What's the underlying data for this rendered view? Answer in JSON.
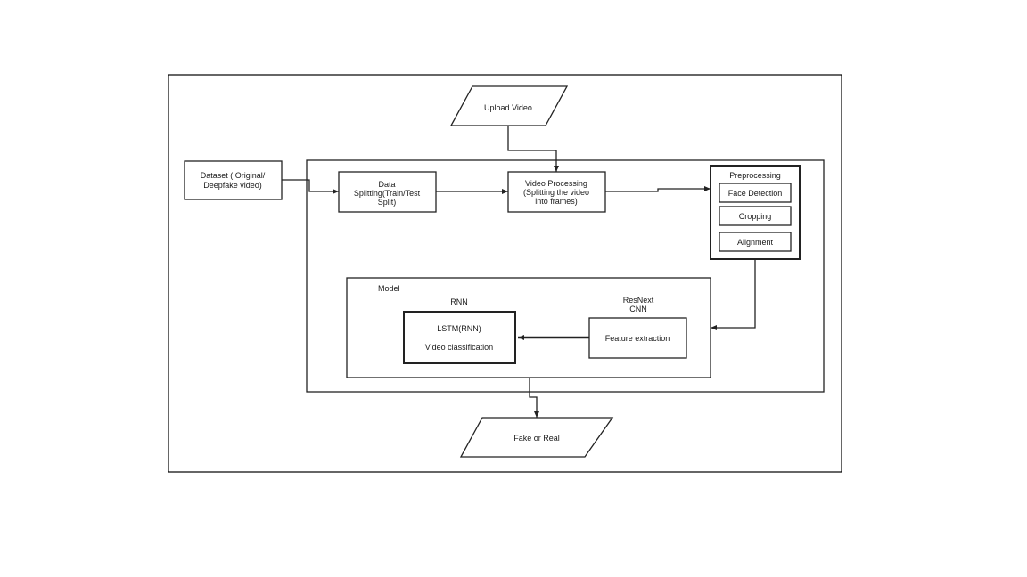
{
  "upload": "Upload Video",
  "dataset": [
    "Dataset ( Original/",
    "Deepfake video)"
  ],
  "data_split": [
    "Data",
    "Splitting(Train/Test",
    "Split)"
  ],
  "video_processing": [
    "Video Processing",
    "(Splitting the video",
    "into frames)"
  ],
  "preprocessing": {
    "title": "Preprocessing",
    "steps": [
      "Face Detection",
      "Cropping",
      "Alignment"
    ]
  },
  "model": {
    "title": "Model",
    "rnn_title": "RNN",
    "cnn_title": [
      "ResNext",
      "CNN"
    ],
    "lstm": [
      "LSTM(RNN)",
      "Video classification"
    ],
    "feature": "Feature extraction"
  },
  "output": "Fake or Real"
}
